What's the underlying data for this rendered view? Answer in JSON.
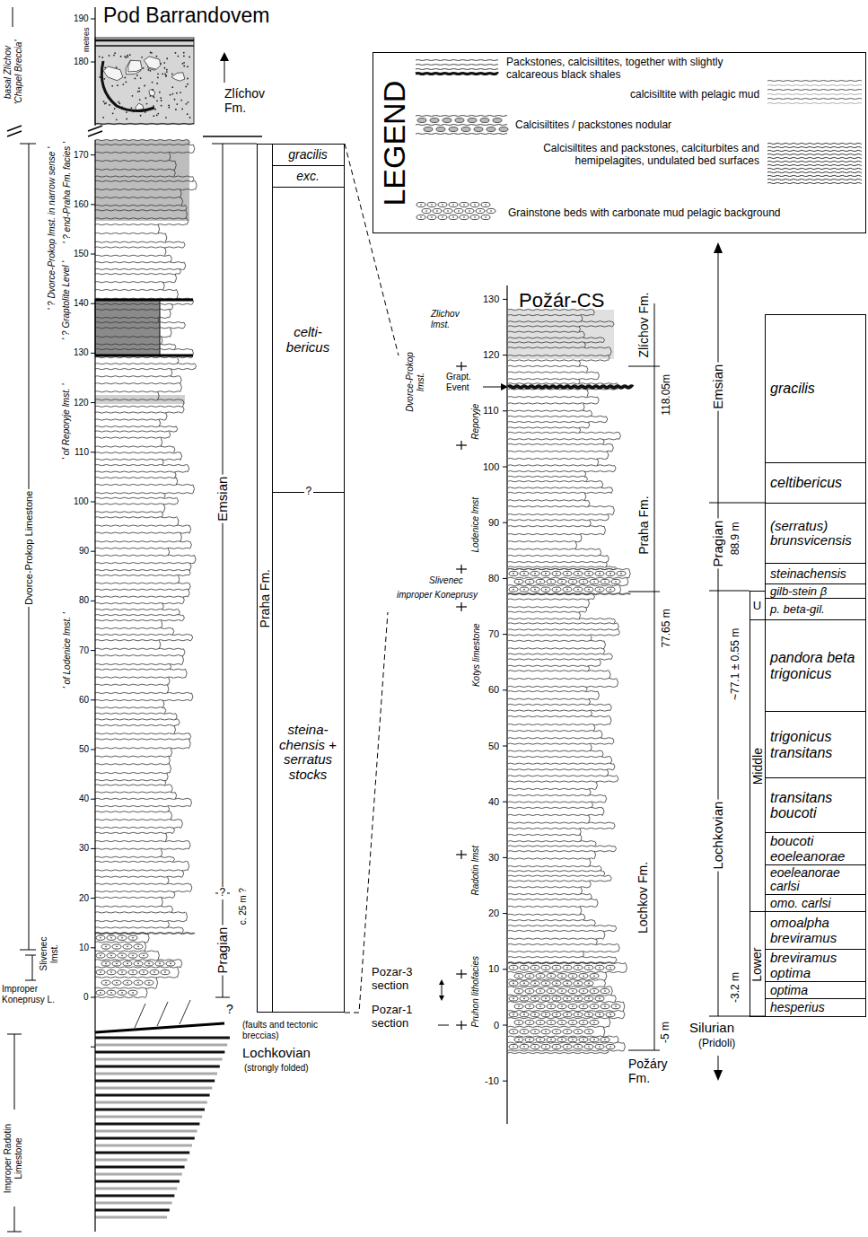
{
  "diagram": {
    "nodes": [
      {
        "text": [
          "LEGEND"
        ]
      },
      {
        "text": [
          "Praha Fm."
        ]
      },
      {
        "text": [
          "gracilis"
        ],
        "in": 1
      },
      {
        "text": [
          "exc."
        ],
        "in": 1
      },
      {
        "text": [
          "celti- bericus"
        ],
        "in": 1
      },
      {
        "text": [
          "steina- chensis + serratus stocks"
        ],
        "in": 1
      },
      {
        "text": [
          "U"
        ]
      },
      {
        "text": [
          "Middle"
        ]
      },
      {
        "text": [
          "Lower"
        ]
      },
      {
        "text": [
          "gracilis"
        ]
      },
      {
        "text": [
          "celtibericus"
        ]
      },
      {
        "text": [
          "(serratus) brunsvicensis"
        ]
      },
      {
        "text": [
          "steinachensis"
        ]
      },
      {
        "text": [
          "gilb-stein β"
        ]
      },
      {
        "text": [
          "p. beta-gil."
        ]
      },
      {
        "text": [
          "pandora beta trigonicus"
        ]
      },
      {
        "text": [
          "trigonicus transitans"
        ]
      },
      {
        "text": [
          "transitans boucoti"
        ]
      },
      {
        "text": [
          "boucoti eoeleanorae"
        ]
      },
      {
        "text": [
          "eoeleanorae carlsi"
        ]
      },
      {
        "text": [
          "omo. carlsi"
        ]
      },
      {
        "text": [
          "omoalpha breviramus"
        ]
      },
      {
        "text": [
          "breviramus optima"
        ]
      },
      {
        "text": [
          "optima"
        ]
      },
      {
        "text": [
          "hesperius"
        ]
      }
    ],
    "labels": [
      "Pod Barrandovem",
      "metres",
      "190",
      "180",
      "170",
      "160",
      "150",
      "140",
      "130",
      "120",
      "110",
      "100",
      "90",
      "80",
      "70",
      "60",
      "50",
      "40",
      "30",
      "20",
      "10",
      "0",
      "basal Zlíchov 'Chapel Breccia'",
      "Dvorce-Prokop Limestone",
      "' ? end-Praha Fm. facies '",
      "' ? Dvorce-Prokop lmst. in narrow sense '",
      "' ? Graptolite Level '",
      "' of Reporyje lmst. '",
      "' of Lodenice lmst. '",
      "Slivenec lmst.",
      "Improper Koneprusy L.",
      "Improper Radotin Limestone",
      "Zlíchov Fm.",
      "Emsian",
      "?",
      "c. 25 m ?",
      "Pragian",
      "?",
      "?",
      "(faults and tectonic breccias)",
      "Lochkovian",
      "(strongly folded)",
      "Požár-CS",
      "130",
      "120",
      "110",
      "100",
      "90",
      "80",
      "70",
      "60",
      "50",
      "40",
      "30",
      "20",
      "10",
      "0",
      "-10",
      "Zlichov lmst.",
      "Dvorce-Prokop lmst.",
      "Grapt. Event",
      "Reporyje",
      "Lodenice lmst",
      "Slivenec",
      "improper Koneprusy",
      "Kotys limestone",
      "Radotin lmst",
      "Pruhon lithofacies",
      "Pozar-3 section",
      "Pozar-1 section",
      "Zlíchov Fm.",
      "118.05m",
      "Praha Fm.",
      "77.65 m",
      "Lochkov Fm.",
      "-5 m",
      "Požáry Fm.",
      "Emsian",
      "Pragian",
      "88.9 m",
      "Lochkovian",
      "~77.1 ± 0.55 m",
      "-3.2 m",
      "Silurian",
      "(Pridoli)"
    ],
    "legend": [
      {
        "text": "Packstones, calcisiltites, together with slightly calcareous black shales"
      },
      {
        "text": "calcisiltite with pelagic mud"
      },
      {
        "text": "Calcisiltites / packstones nodular"
      },
      {
        "text": "Calcisiltites and packstones, calciturbites and hemipelagites, undulated bed surfaces"
      },
      {
        "text": "Grainstone beds with carbonate mud pelagic background"
      }
    ]
  }
}
